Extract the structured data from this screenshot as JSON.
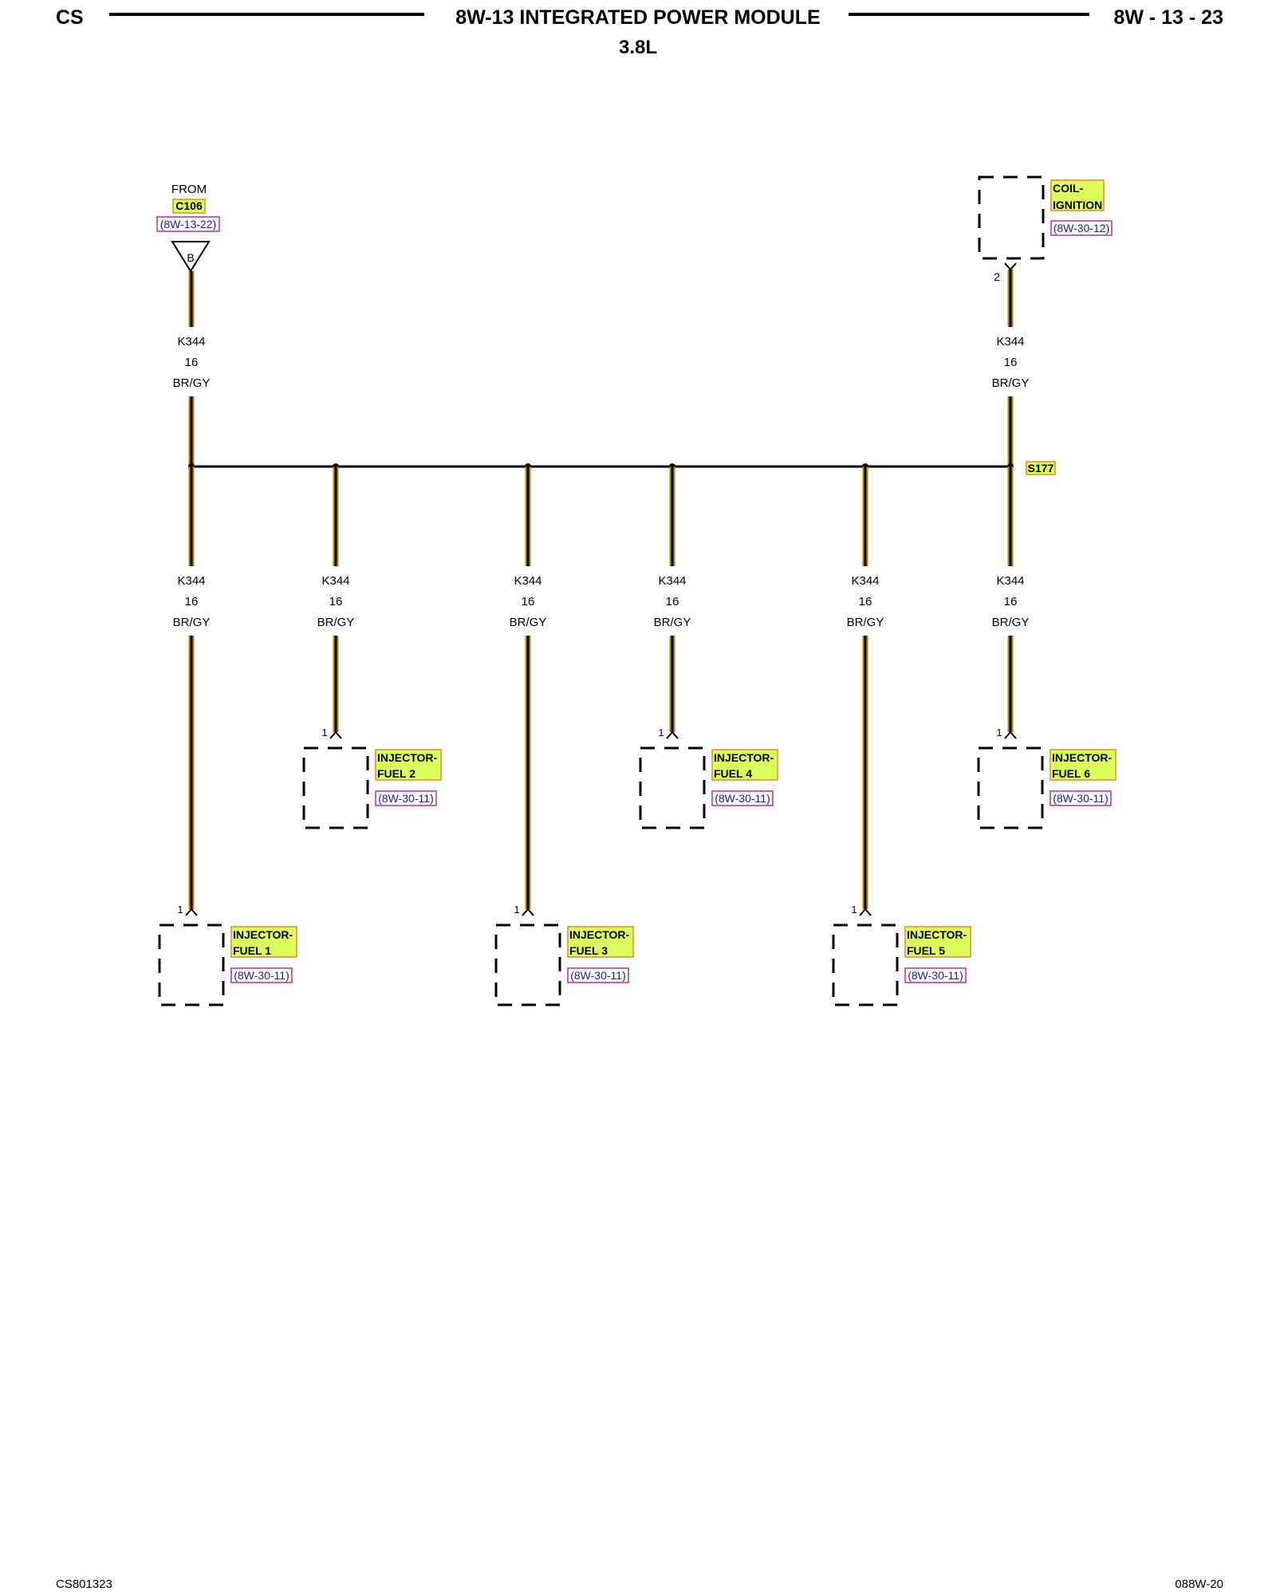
{
  "header": {
    "left": "CS",
    "title": "8W-13 INTEGRATED POWER MODULE",
    "subtitle": "3.8L",
    "right": "8W - 13 - 23"
  },
  "footer": {
    "left": "CS801323",
    "right": "088W-20"
  },
  "source": {
    "from": "FROM",
    "connector": "C106",
    "ref": "(8W-13-22)",
    "pin": "B"
  },
  "splice": {
    "label": "S177"
  },
  "wire": {
    "circuit": "K344",
    "gauge": "16",
    "color": "BR/GY"
  },
  "coil": {
    "label1": "COIL-",
    "label2": "IGNITION",
    "ref": "(8W-30-12)",
    "pin": "2"
  },
  "injectors": [
    {
      "label1": "INJECTOR-",
      "label2": "FUEL 1",
      "ref": "(8W-30-11)",
      "pin": "1"
    },
    {
      "label1": "INJECTOR-",
      "label2": "FUEL 2",
      "ref": "(8W-30-11)",
      "pin": "1"
    },
    {
      "label1": "INJECTOR-",
      "label2": "FUEL 3",
      "ref": "(8W-30-11)",
      "pin": "1"
    },
    {
      "label1": "INJECTOR-",
      "label2": "FUEL 4",
      "ref": "(8W-30-11)",
      "pin": "1"
    },
    {
      "label1": "INJECTOR-",
      "label2": "FUEL 5",
      "ref": "(8W-30-11)",
      "pin": "1"
    },
    {
      "label1": "INJECTOR-",
      "label2": "FUEL 6",
      "ref": "(8W-30-11)",
      "pin": "1"
    }
  ],
  "colors": {
    "wire_trace": "#b8860b",
    "highlight": "#dcff5a",
    "highlight_border": "#e08a2a",
    "ref_border": "#b0309a",
    "ref_text": "#1a1aa0"
  }
}
